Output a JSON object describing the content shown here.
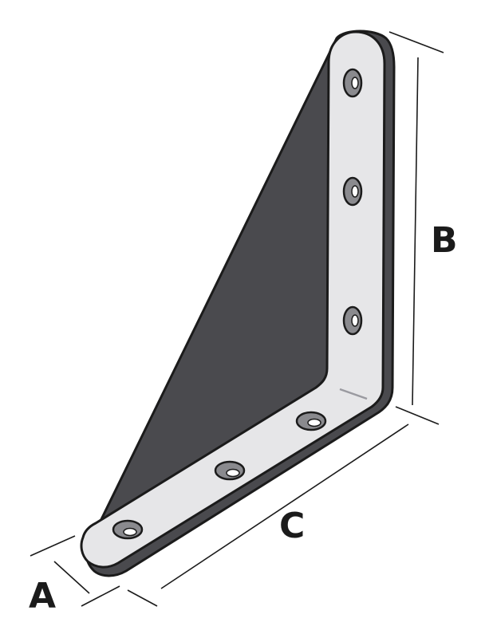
{
  "diagram": {
    "labels": {
      "a": "A",
      "b": "B",
      "c": "C"
    },
    "colors": {
      "plate_face": "#e6e6e8",
      "plate_edge": "#4a4a4e",
      "outline": "#1b1b1b",
      "hole_inner": "#ffffff",
      "hole_shadow": "#8a8a8e",
      "dimension_line": "#1b1b1b"
    }
  }
}
